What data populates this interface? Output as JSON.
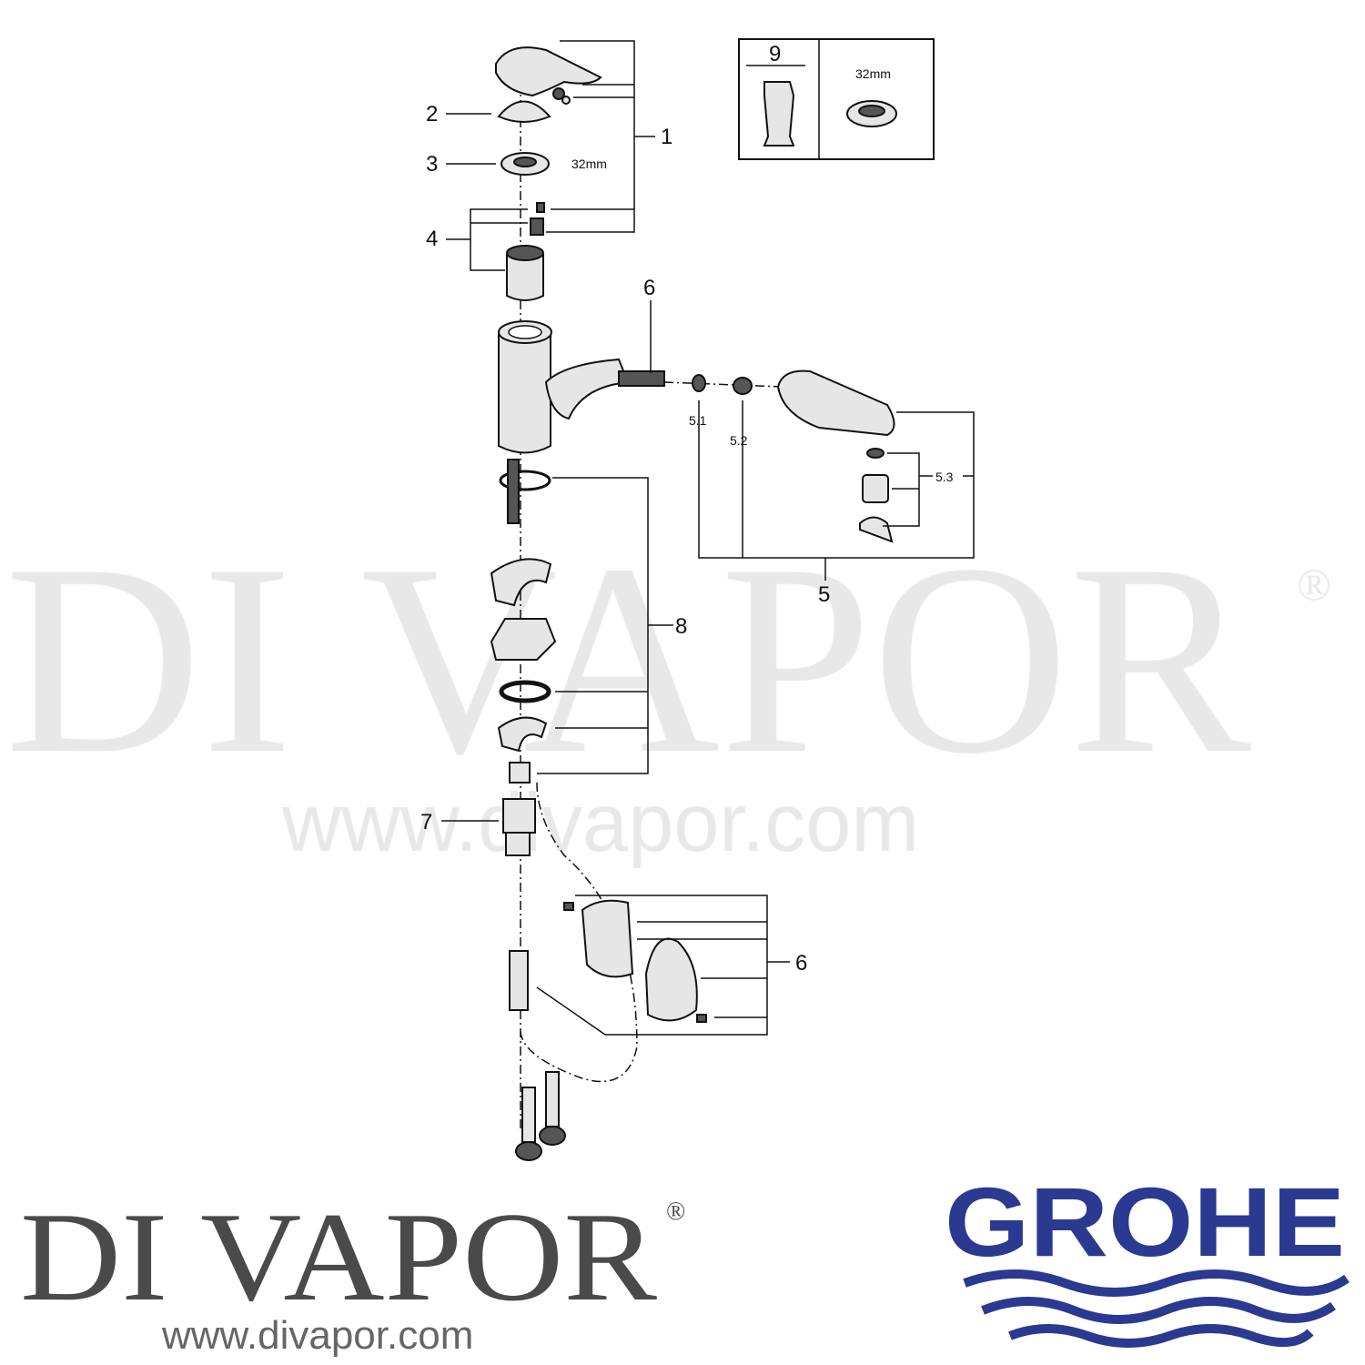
{
  "watermark": {
    "brand": "DI VAPOR",
    "registered": "®",
    "url": "www.divapor.com"
  },
  "diagram": {
    "labels": {
      "p1": "1",
      "p2": "2",
      "p3": "3",
      "p3_size": "32mm",
      "p4": "4",
      "p6_top": "6",
      "p5_1": "5.1",
      "p5_2": "5.2",
      "p5_3": "5.3",
      "p5": "5",
      "p8": "8",
      "p7": "7",
      "p6_bottom": "6"
    },
    "tool_box": {
      "number": "9",
      "size": "32mm"
    }
  },
  "footer": {
    "brand": "DI VAPOR",
    "registered": "®",
    "url": "www.divapor.com",
    "grohe_logo": "GROHE",
    "grohe_color": "#2b3990"
  }
}
